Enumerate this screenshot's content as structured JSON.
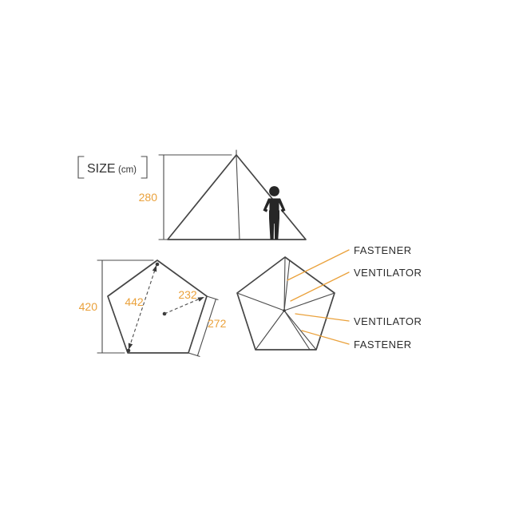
{
  "colors": {
    "accent": "#EAA13B",
    "line": "#4B4B4B",
    "text": "#2C2C2C"
  },
  "header": {
    "label": "SIZE",
    "unit": "(cm)"
  },
  "side_view": {
    "height": "280"
  },
  "floor_plan": {
    "width": "420",
    "diagonal": "442",
    "center_to_corner": "232",
    "edge": "272"
  },
  "top_view": {
    "callouts": [
      {
        "label": "FASTENER"
      },
      {
        "label": "VENTILATOR"
      },
      {
        "label": "VENTILATOR"
      },
      {
        "label": "FASTENER"
      }
    ]
  }
}
